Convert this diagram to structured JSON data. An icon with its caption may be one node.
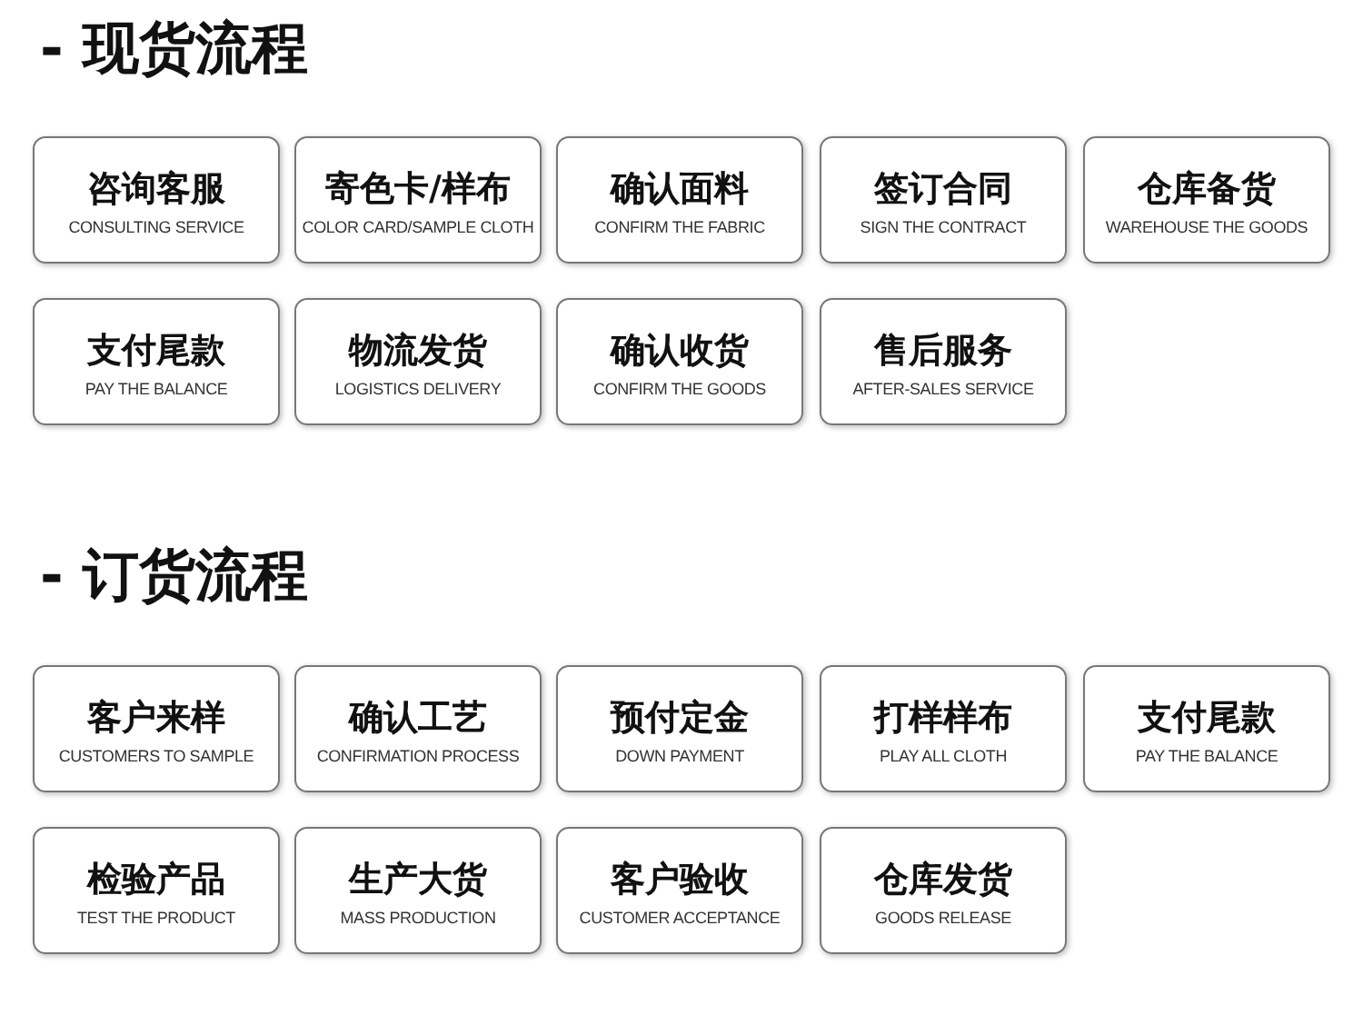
{
  "diagram": {
    "nodes": [
      {
        "text": [
          "咨询客服",
          "CONSULTING SERVICE"
        ]
      },
      {
        "text": [
          "寄色卡/样布",
          "COLOR CARD/SAMPLE CLOTH"
        ]
      },
      {
        "text": [
          "确认面料",
          "CONFIRM THE FABRIC"
        ]
      },
      {
        "text": [
          "签订合同",
          "SIGN THE CONTRACT"
        ]
      },
      {
        "text": [
          "仓库备货",
          "WAREHOUSE THE GOODS"
        ]
      },
      {
        "text": [
          "支付尾款",
          "PAY THE BALANCE"
        ]
      },
      {
        "text": [
          "物流发货",
          "LOGISTICS DELIVERY"
        ]
      },
      {
        "text": [
          "确认收货",
          "CONFIRM THE GOODS"
        ]
      },
      {
        "text": [
          "售后服务",
          "AFTER-SALES SERVICE"
        ]
      },
      {
        "text": [
          "客户来样",
          "CUSTOMERS TO SAMPLE"
        ]
      },
      {
        "text": [
          "确认工艺",
          "CONFIRMATION PROCESS"
        ]
      },
      {
        "text": [
          "预付定金",
          "DOWN PAYMENT"
        ]
      },
      {
        "text": [
          "打样样布",
          "PLAY ALL CLOTH"
        ]
      },
      {
        "text": [
          "支付尾款",
          "PAY THE BALANCE"
        ]
      },
      {
        "text": [
          "检验产品",
          "TEST THE PRODUCT"
        ]
      },
      {
        "text": [
          "生产大货",
          "MASS PRODUCTION"
        ]
      },
      {
        "text": [
          "客户验收",
          "CUSTOMER ACCEPTANCE"
        ]
      },
      {
        "text": [
          "仓库发货",
          "GOODS RELEASE"
        ]
      }
    ],
    "labels": [
      "- 现货流程",
      "- 订货流程"
    ]
  }
}
